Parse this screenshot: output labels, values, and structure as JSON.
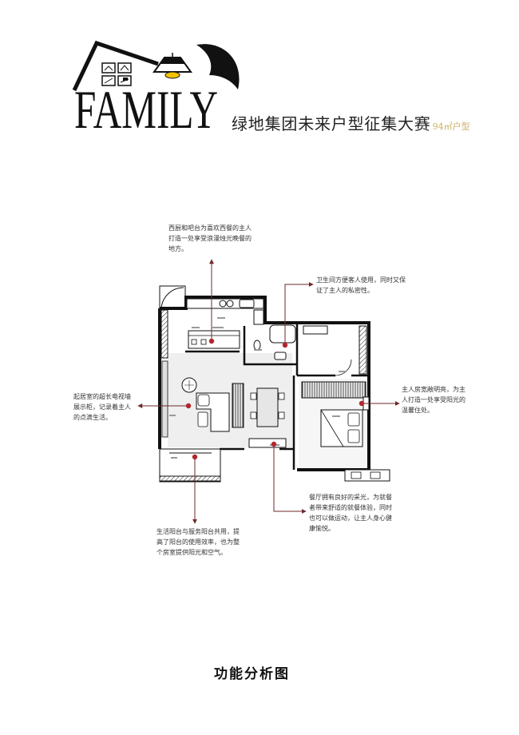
{
  "header": {
    "logo_text": "FAMILY",
    "title": "绿地集团未来户型征集大赛",
    "subtitle": "94㎡户型"
  },
  "logo": {
    "icons": [
      "house-roof-icon",
      "picture-frames-icon",
      "pendant-lamp-icon"
    ]
  },
  "annotations": [
    {
      "lines": [
        "西厨和吧台为喜欢西餐的主人",
        "打造一处享受浪漫烛光晚餐的",
        "地方。"
      ]
    },
    {
      "lines": [
        "卫生间方便客人使用，同时又保",
        "证了主人的私密性。"
      ]
    },
    {
      "lines": [
        "起居室的超长电视墙",
        "展示柜，记录着主人",
        "的点滴生活。"
      ]
    },
    {
      "lines": [
        "主人房宽敞明亮，为主",
        "人打造一处享受阳光的",
        "温馨住处。"
      ]
    },
    {
      "lines": [
        "餐厅拥有良好的采光，为就餐",
        "者带来舒适的就餐体验，同时",
        "也可以做运动，让主人身心健",
        "康愉悦。"
      ]
    },
    {
      "lines": [
        "生活阳台与服务阳台共用，提",
        "高了阳台的使用效率，也为整",
        "个房室提供阳光和空气。"
      ]
    }
  ],
  "caption": "功能分析图",
  "colors": {
    "text": "#222222",
    "accent": "#b3262e",
    "leader": "#6e2a2a",
    "subtitle": "#c8b062",
    "lamp_bulb": "#f2c200"
  }
}
